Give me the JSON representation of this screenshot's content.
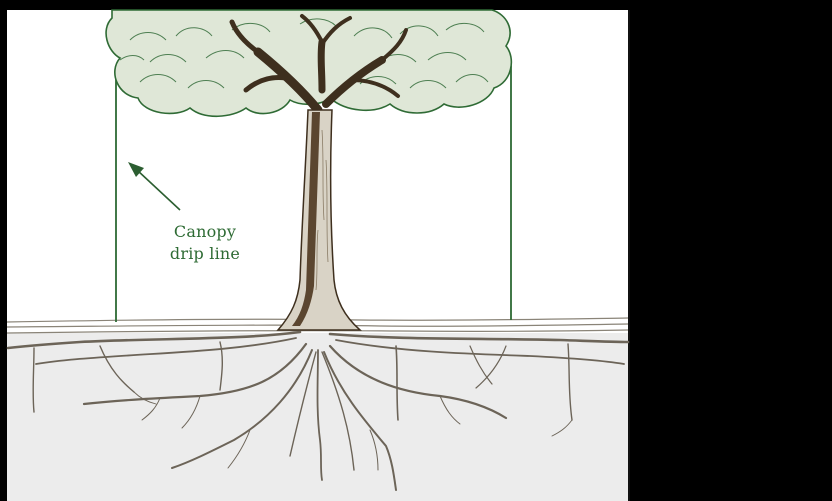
{
  "diagram": {
    "annotation": {
      "line1": "Canopy",
      "line2": "drip line"
    },
    "icons": [
      "tree-canopy",
      "tree-trunk",
      "root-system",
      "arrow-icon"
    ],
    "colors": {
      "background": "#000000",
      "panel": "#ffffff",
      "ground": "#ececec",
      "canopy_fill": "#dfe7d7",
      "canopy_stroke": "#2f6b35",
      "drip_line": "#2c6a33",
      "trunk_dark": "#3e2f1e",
      "trunk_light": "#d9d3c6",
      "root": "#6c6458",
      "label": "#2e6b34"
    }
  }
}
